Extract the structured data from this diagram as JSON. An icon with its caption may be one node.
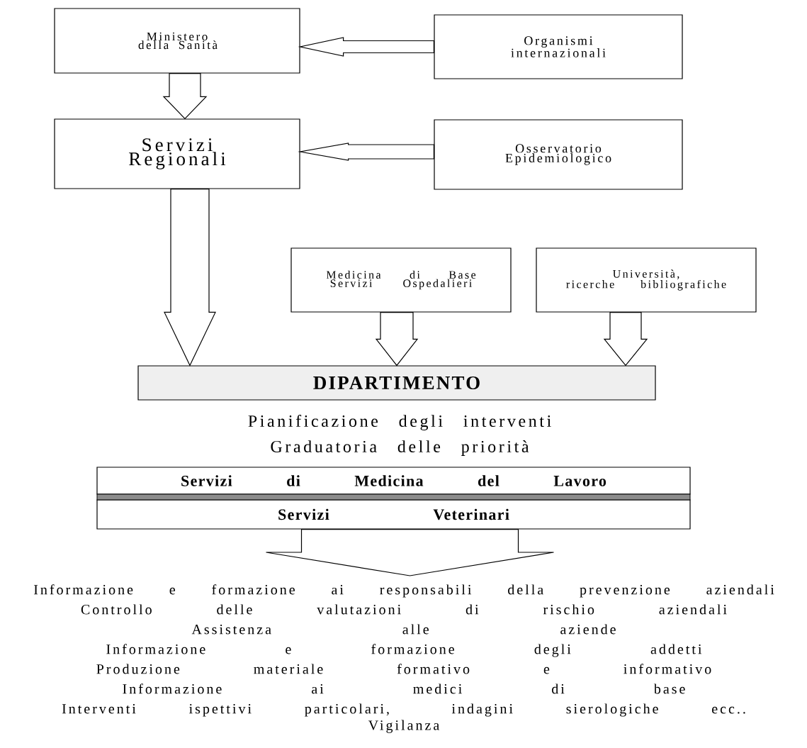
{
  "diagram": {
    "nodes": [
      {
        "text": [
          "Ministero della Sanità"
        ]
      },
      {
        "text": [
          "Organismi internazionali"
        ]
      },
      {
        "text": [
          "Servizi Regionali"
        ]
      },
      {
        "text": [
          "Osservatorio Epidemiologico"
        ]
      },
      {
        "text": [
          "Medicina di Base",
          "Servizi Ospedalieri"
        ]
      },
      {
        "text": [
          "Università,",
          "ricerche bibliografiche"
        ]
      },
      {
        "text": [
          "DIPARTIMENTO"
        ]
      },
      {
        "text": [
          "Servizi di Medicina del Lavoro"
        ]
      },
      {
        "text": [
          "Servizi Veterinari"
        ]
      },
      {
        "text": [
          "Informazione e formazione ai responsabili della prevenzione aziendali",
          "Controllo delle valutazioni di rischio aziendali",
          "Assistenza alle aziende",
          "Informazione e formazione degli addetti",
          "Produzione materiale formativo e informativo",
          "Informazione ai medici di base",
          "Interventi ispettivi particolari, indagini sierologiche ecc..",
          "Vigilanza"
        ]
      }
    ],
    "edges": [
      {
        "from": 1,
        "to": 0,
        "arrow": "to"
      },
      {
        "from": 0,
        "to": 2,
        "arrow": "to"
      },
      {
        "from": 3,
        "to": 2,
        "arrow": "to"
      },
      {
        "from": 2,
        "to": 6,
        "arrow": "to"
      },
      {
        "from": 4,
        "to": 6,
        "arrow": "to"
      },
      {
        "from": 5,
        "to": 6,
        "arrow": "to"
      },
      {
        "from": 8,
        "to": 9,
        "arrow": "to"
      }
    ],
    "labels": [
      "Pianificazione degli interventi",
      "Graduatoria delle priorità"
    ]
  }
}
